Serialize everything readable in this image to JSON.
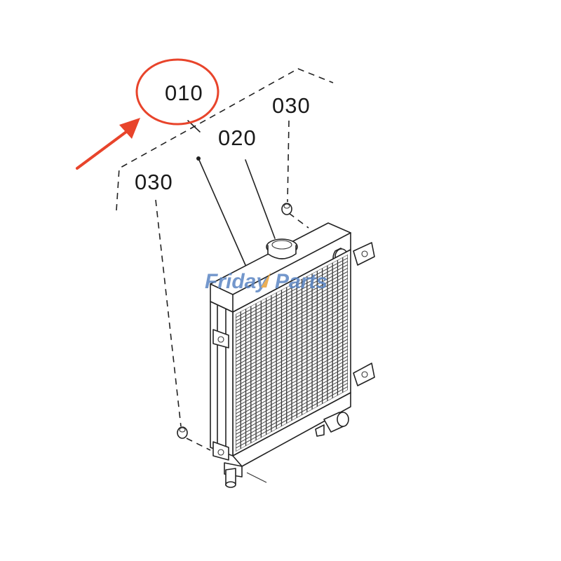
{
  "labels": {
    "part_010": "010",
    "part_020": "020",
    "part_030_right": "030",
    "part_030_left": "030"
  },
  "watermark": {
    "text_left": "Friday",
    "text_right": "Parts",
    "color_left": "#5b86c4",
    "color_right": "#5b86c4",
    "accent_color": "#e8a23a"
  },
  "highlight": {
    "circle_color": "#e8442b",
    "arrow_color": "#e8442b"
  },
  "icons": {
    "highlight_arrow": "arrow-icon",
    "highlight_circle": "circle-icon"
  }
}
